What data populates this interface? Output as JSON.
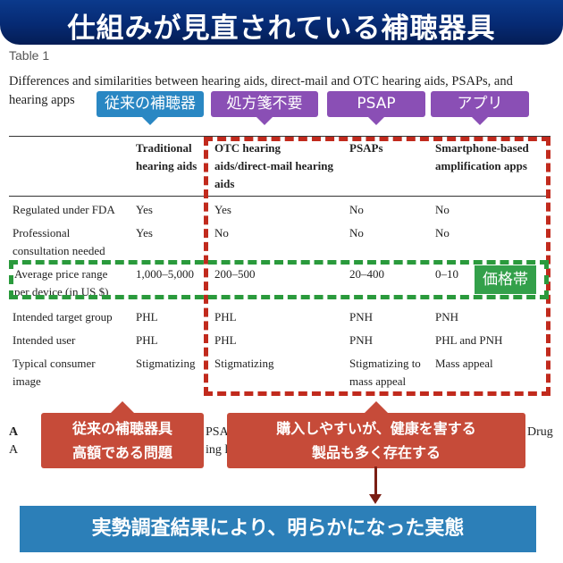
{
  "title": "仕組みが見直されている補聴器具",
  "table_label": "Table 1",
  "caption": "Differences and similarities between hearing aids, direct-mail and OTC hearing aids, PSAPs, and hearing apps",
  "tags": {
    "traditional": "従来の補聴器",
    "otc": "処方箋不要",
    "psap": "PSAP",
    "app": "アプリ"
  },
  "headers": {
    "traditional": [
      "Traditional",
      "hearing aids"
    ],
    "otc": [
      "OTC hearing",
      "aids/direct-mail hearing",
      "aids"
    ],
    "psap": [
      "PSAPs"
    ],
    "app": [
      "Smartphone-based",
      "amplification apps"
    ]
  },
  "rows": [
    {
      "label": [
        "Regulated under FDA"
      ],
      "traditional": "Yes",
      "otc": "Yes",
      "psap": "No",
      "app": "No"
    },
    {
      "label": [
        "Professional",
        "consultation needed"
      ],
      "traditional": "Yes",
      "otc": "No",
      "psap": "No",
      "app": "No"
    },
    {
      "label": [
        "Average price range",
        "per device (in US $)"
      ],
      "traditional": "1,000–5,000",
      "otc": "200–500",
      "psap": "20–400",
      "app": "0–10"
    },
    {
      "label": [
        "Intended target group"
      ],
      "traditional": "PHL",
      "otc": "PHL",
      "psap": "PNH",
      "app": "PNH"
    },
    {
      "label": [
        "Intended user"
      ],
      "traditional": "PHL",
      "otc": "PHL",
      "psap": "PNH",
      "app": "PHL and PNH"
    },
    {
      "label": [
        "Typical consumer",
        "image"
      ],
      "traditional": "Stigmatizing",
      "otc": "Stigmatizing",
      "psap": [
        "Stigmatizing to",
        "mass appeal"
      ],
      "app": "Mass appeal"
    }
  ],
  "price_badge": "価格帯",
  "partial_text": {
    "line1_left": "A",
    "line1_mid": "PSAP",
    "line1_right": "Drug",
    "line2_left": "A",
    "line2_mid": "ing los"
  },
  "callouts": {
    "left": [
      "従来の補聴器具",
      "高額である問題"
    ],
    "right": [
      "購入しやすいが、健康を害する",
      "製品も多く存在する"
    ]
  },
  "conclusion": "実勢調査結果により、明らかになった実態",
  "colors": {
    "title_bg": "#062a73",
    "tag_blue": "#2a87c3",
    "tag_purple": "#8a4fb5",
    "dash_red": "#c12a1d",
    "dash_green": "#2a9a3c",
    "callout_red": "#c64b39",
    "conclusion_blue": "#2c7fb8"
  }
}
